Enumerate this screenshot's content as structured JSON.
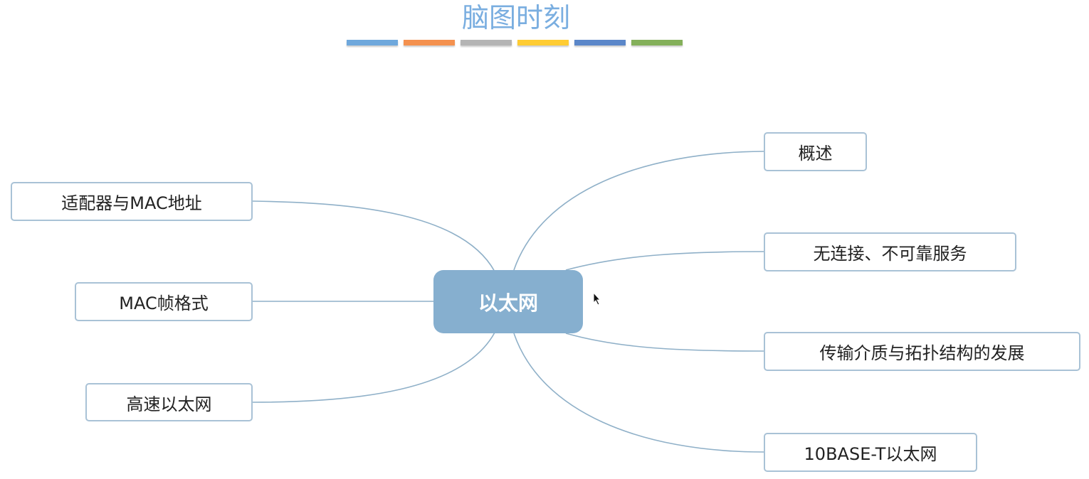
{
  "title": "脑图时刻",
  "accent_bars": [
    "#6fa8dc",
    "#f4914f",
    "#b4b4b4",
    "#ffcc33",
    "#5b87c9",
    "#84b05a"
  ],
  "center_node": "以太网",
  "left_nodes": [
    "适配器与MAC地址",
    "MAC帧格式",
    "高速以太网"
  ],
  "right_nodes": [
    "概述",
    "无连接、不可靠服务",
    "传输介质与拓扑结构的发展",
    "10BASE-T以太网"
  ],
  "line_color": "#8fb0c8"
}
